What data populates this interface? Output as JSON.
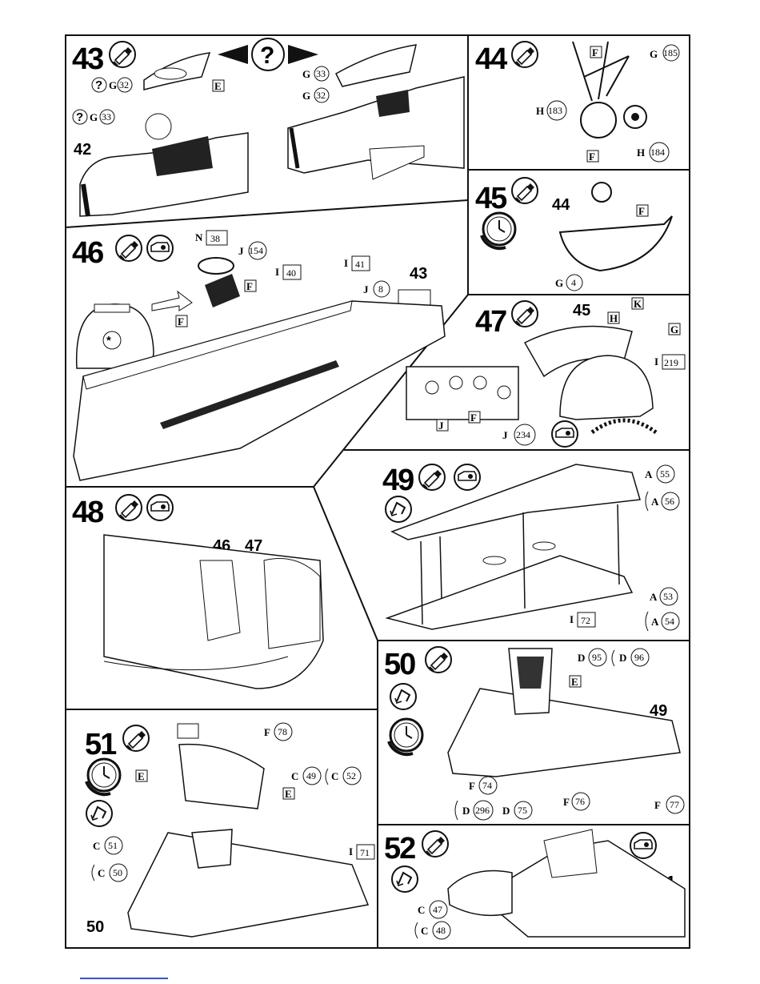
{
  "colors": {
    "ink": "#111111",
    "paper": "#ffffff",
    "link_underline": "#3355cc"
  },
  "steps": {
    "s43": {
      "number": "43",
      "ref_sub": "42",
      "labels": {
        "g32_a": "G",
        "g32_a_num": "32",
        "g33_a": "G",
        "g33_a_num": "33",
        "e_flag": "E",
        "g33_b": "G",
        "g33_b_num": "33",
        "g32_b": "G",
        "g32_b_num": "32",
        "question": "?"
      },
      "icons": [
        "glue-icon"
      ]
    },
    "s44": {
      "number": "44",
      "labels": {
        "f_flag_top": "F",
        "g185": "G",
        "g185_num": "185",
        "h183": "H",
        "h183_num": "183",
        "f_flag_bottom": "F",
        "h184": "H",
        "h184_num": "184"
      }
    },
    "s45": {
      "number": "45",
      "ref_sub": "44",
      "labels": {
        "f_flag": "F",
        "g4": "G",
        "g4_num": "4"
      }
    },
    "s46": {
      "number": "46",
      "ref_sub": "43",
      "labels": {
        "n38": "N",
        "n38_num": "38",
        "j154": "J",
        "j154_num": "154",
        "i40": "I",
        "i40_num": "40",
        "i41": "I",
        "i41_num": "41",
        "j8": "J",
        "j8_num": "8",
        "f_flag_a": "F",
        "f_flag_b": "F"
      }
    },
    "s47": {
      "number": "47",
      "ref_sub": "45",
      "labels": {
        "k_flag": "K",
        "h_flag": "H",
        "g_flag": "G",
        "i219": "I",
        "i219_num": "219",
        "j_flag": "J",
        "f_flag": "F",
        "j234": "J",
        "j234_num": "234"
      }
    },
    "s48": {
      "number": "48",
      "ref_a": "46",
      "ref_b": "47"
    },
    "s49": {
      "number": "49",
      "labels": {
        "a55": "A",
        "a55_num": "55",
        "a56": "A",
        "a56_num": "56",
        "a53": "A",
        "a53_num": "53",
        "a54": "A",
        "a54_num": "54",
        "i72": "I",
        "i72_num": "72"
      }
    },
    "s50": {
      "number": "50",
      "ref_sub": "49",
      "labels": {
        "d95": "D",
        "d95_num": "95",
        "d96": "D",
        "d96_num": "96",
        "e_flag": "E",
        "f74": "F",
        "f74_num": "74",
        "d296": "D",
        "d296_num": "296",
        "d75": "D",
        "d75_num": "75",
        "f76": "F",
        "f76_num": "76",
        "f77": "F",
        "f77_num": "77"
      }
    },
    "s51": {
      "number": "51",
      "ref_sub": "50",
      "labels": {
        "f78": "F",
        "f78_num": "78",
        "e_flag_a": "E",
        "c49": "C",
        "c49_num": "49",
        "c52": "C",
        "c52_num": "52",
        "e_flag_b": "E",
        "c51": "C",
        "c51_num": "51",
        "c50": "C",
        "c50_num": "50",
        "i71": "I",
        "i71_num": "71"
      }
    },
    "s52": {
      "number": "52",
      "ref_sub": "51",
      "labels": {
        "c47": "C",
        "c47_num": "47",
        "c48": "C",
        "c48_num": "48"
      }
    }
  }
}
